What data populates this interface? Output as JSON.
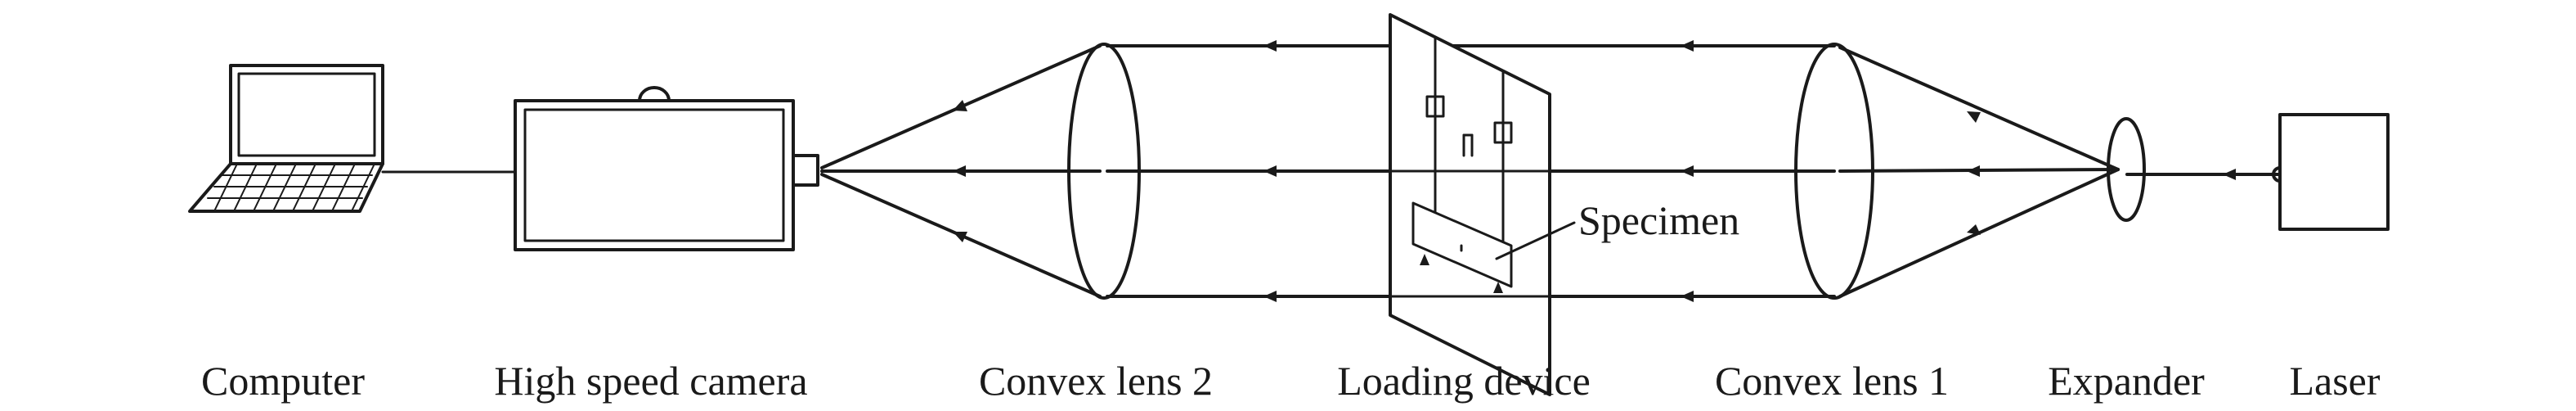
{
  "labels": {
    "computer": "Computer",
    "camera": "High speed camera",
    "lens2": "Convex lens 2",
    "loading": "Loading device",
    "lens1": "Convex lens 1",
    "expander": "Expander",
    "laser": "Laser",
    "specimen": "Specimen"
  },
  "colors": {
    "ink": "#1a1a1a",
    "background": "#ffffff"
  }
}
